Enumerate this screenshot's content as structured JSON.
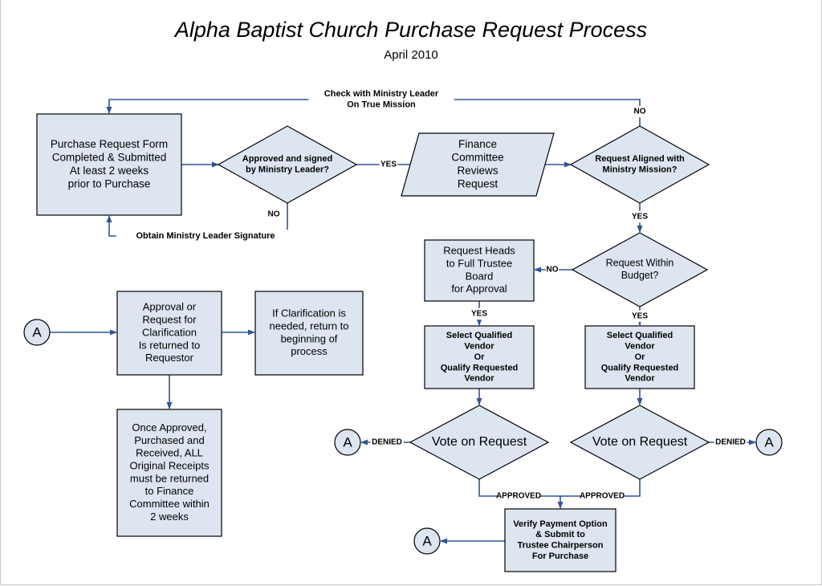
{
  "header": {
    "title": "Alpha Baptist Church Purchase Request Process",
    "subtitle": "April 2010"
  },
  "colors": {
    "box_fill": "#dde5f0",
    "box_stroke": "#000000",
    "arrow": "#2f5597",
    "text": "#000000"
  },
  "nodes": {
    "purchase_form": [
      "Purchase Request Form",
      "Completed & Submitted",
      "At least 2 weeks",
      "prior to Purchase"
    ],
    "approved_signed": [
      "Approved and signed",
      "by Ministry Leader?"
    ],
    "finance_reviews": [
      "Finance",
      "Committee",
      "Reviews",
      "Request"
    ],
    "aligned_mission": [
      "Request Aligned with",
      "Ministry Mission?"
    ],
    "within_budget": [
      "Request Within",
      "Budget?"
    ],
    "heads_trustee": [
      "Request Heads",
      "to Full Trustee",
      "Board",
      "for Approval"
    ],
    "vendor_left": [
      "Select Qualified",
      "Vendor",
      "Or",
      "Qualify Requested",
      "Vendor"
    ],
    "vendor_right": [
      "Select Qualified",
      "Vendor",
      "Or",
      "Qualify Requested",
      "Vendor"
    ],
    "vote_left": [
      "Vote on Request"
    ],
    "vote_right": [
      "Vote on Request"
    ],
    "verify_payment": [
      "Verify Payment Option",
      "& Submit to",
      "Trustee Chairperson",
      "For Purchase"
    ],
    "approval_returned": [
      "Approval or",
      "Request for",
      "Clarification",
      "Is returned to",
      "Requestor"
    ],
    "clarification_needed": [
      "If Clarification is",
      "needed, return to",
      "beginning of",
      "process"
    ],
    "once_approved": [
      "Once Approved,",
      "Purchased and",
      "Received, ALL",
      "Original Receipts",
      "must be returned",
      "to Finance",
      "Committee within",
      "2 weeks"
    ],
    "connector_label": "A"
  },
  "edge_labels": {
    "check_leader": [
      "Check with Ministry Leader",
      "On True Mission"
    ],
    "no_top": "NO",
    "yes_approved": "YES",
    "no_approved": "NO",
    "obtain_signature": "Obtain Ministry Leader Signature",
    "yes_aligned": "YES",
    "no_budget": "NO",
    "yes_budget": "YES",
    "yes_trustee": "YES",
    "denied_left": "DENIED",
    "denied_right": "DENIED",
    "approved_left": "APPROVED",
    "approved_right": "APPROVED"
  }
}
